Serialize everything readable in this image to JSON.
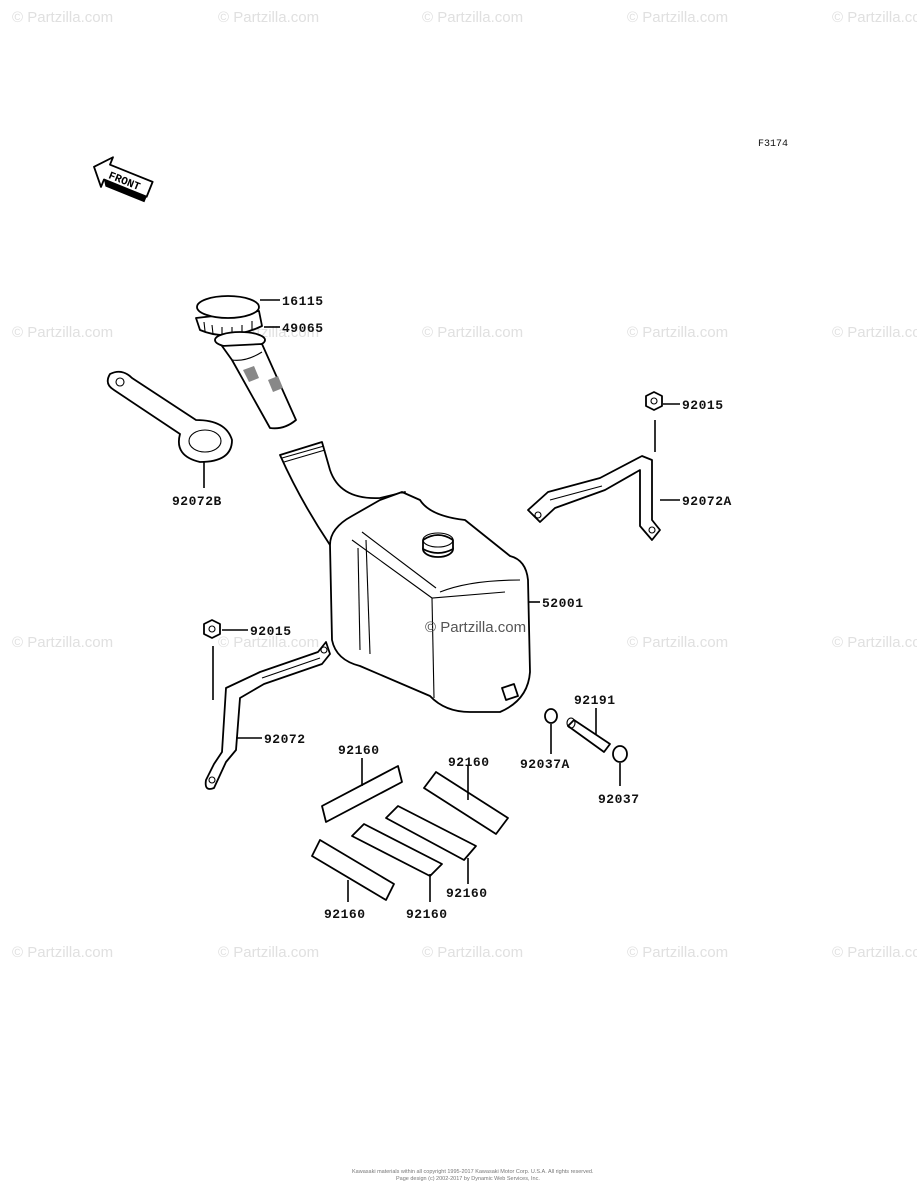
{
  "diagram": {
    "figure_code": "F3174",
    "front_arrow_label": "FRONT",
    "watermark_text": "© Partzilla.com",
    "center_watermark_text": "© Partzilla.com",
    "footer_line1": "Kawasaki materials within all copyright 1995-2017 Kawasaki Motor Corp. U.S.A. All rights reserved.",
    "footer_line2": "Page design (c) 2002-2017 by Dynamic Web Services, Inc.",
    "parts": [
      {
        "id": "cap",
        "number": "16115"
      },
      {
        "id": "filter",
        "number": "49065"
      },
      {
        "id": "strap-b",
        "number": "92072B"
      },
      {
        "id": "nut-right",
        "number": "92015"
      },
      {
        "id": "band-a",
        "number": "92072A"
      },
      {
        "id": "tank",
        "number": "52001"
      },
      {
        "id": "nut-left",
        "number": "92015"
      },
      {
        "id": "band-left",
        "number": "92072"
      },
      {
        "id": "hose",
        "number": "92191"
      },
      {
        "id": "clamp-a",
        "number": "92037A"
      },
      {
        "id": "clamp",
        "number": "92037"
      },
      {
        "id": "pad-1",
        "number": "92160"
      },
      {
        "id": "pad-2",
        "number": "92160"
      },
      {
        "id": "pad-3",
        "number": "92160"
      },
      {
        "id": "pad-4",
        "number": "92160"
      },
      {
        "id": "pad-5",
        "number": "92160"
      }
    ]
  }
}
